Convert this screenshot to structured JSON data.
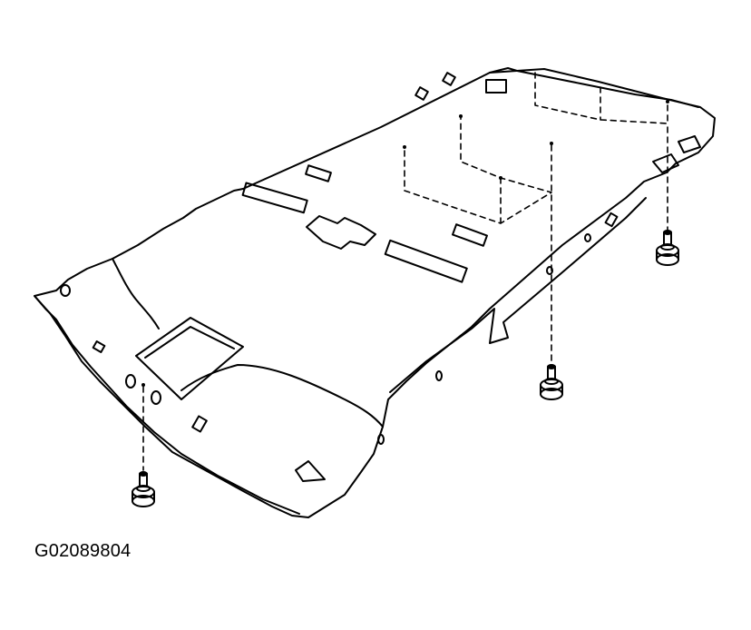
{
  "figure_code": "G02089804",
  "colors": {
    "line": "#000000",
    "background": "#ffffff"
  },
  "parts": {
    "headliner": "headliner-panel",
    "clips": [
      "clip-left",
      "clip-middle",
      "clip-right"
    ]
  }
}
